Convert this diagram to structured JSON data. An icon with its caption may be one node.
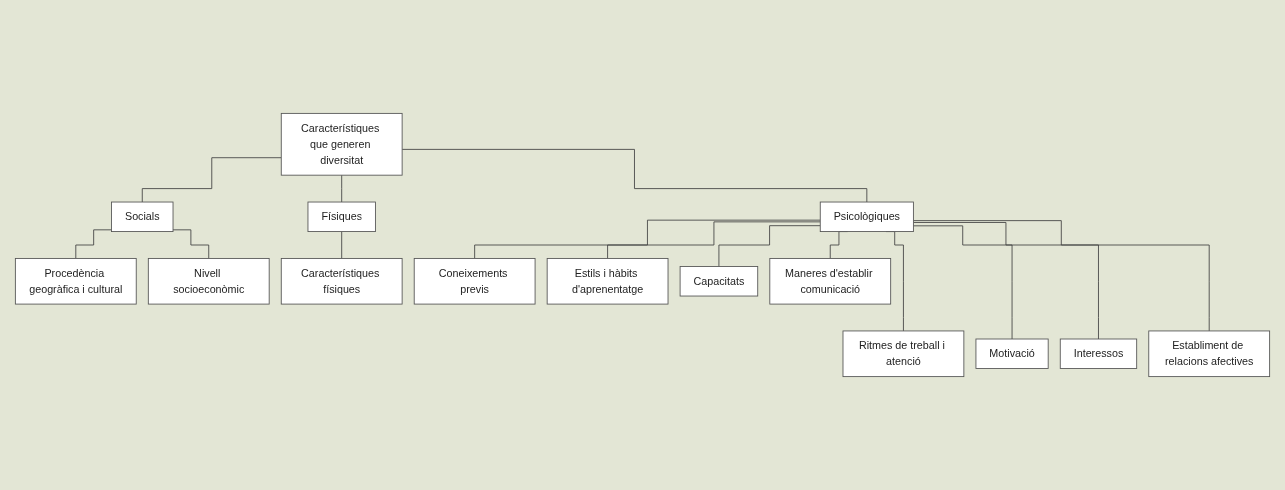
{
  "diagram": {
    "nodes": [
      {
        "text": [
          "Característiques que generen diversitat"
        ]
      },
      {
        "text": [
          "Socials"
        ]
      },
      {
        "text": [
          "Físiques"
        ]
      },
      {
        "text": [
          "Psicològiques"
        ]
      },
      {
        "text": [
          "Procedència geogràfica i cultural"
        ]
      },
      {
        "text": [
          "Nivell socioeconòmic"
        ]
      },
      {
        "text": [
          "Característiques físiques"
        ]
      },
      {
        "text": [
          "Coneixements previs"
        ]
      },
      {
        "text": [
          "Estils i hàbits d'aprenentatge"
        ]
      },
      {
        "text": [
          "Capacitats"
        ]
      },
      {
        "text": [
          "Maneres d'establir comunicació"
        ]
      },
      {
        "text": [
          "Ritmes de treball i atenció"
        ]
      },
      {
        "text": [
          "Motivació"
        ]
      },
      {
        "text": [
          "Interessos"
        ]
      },
      {
        "text": [
          "Establiment de relacions afectives"
        ]
      }
    ],
    "edges": [
      {
        "from": 0,
        "to": 1,
        "arrow": "none"
      },
      {
        "from": 0,
        "to": 2,
        "arrow": "none"
      },
      {
        "from": 0,
        "to": 3,
        "arrow": "none"
      },
      {
        "from": 1,
        "to": 4,
        "arrow": "none"
      },
      {
        "from": 1,
        "to": 5,
        "arrow": "none"
      },
      {
        "from": 2,
        "to": 6,
        "arrow": "none"
      },
      {
        "from": 3,
        "to": 11,
        "arrow": "none"
      },
      {
        "from": 3,
        "to": 7,
        "arrow": "none"
      },
      {
        "from": 3,
        "to": 12,
        "arrow": "none"
      },
      {
        "from": 3,
        "to": 8,
        "arrow": "none"
      },
      {
        "from": 3,
        "to": 13,
        "arrow": "none"
      },
      {
        "from": 3,
        "to": 9,
        "arrow": "none"
      },
      {
        "from": 3,
        "to": 14,
        "arrow": "none"
      },
      {
        "from": 3,
        "to": 10,
        "arrow": "none"
      }
    ]
  }
}
